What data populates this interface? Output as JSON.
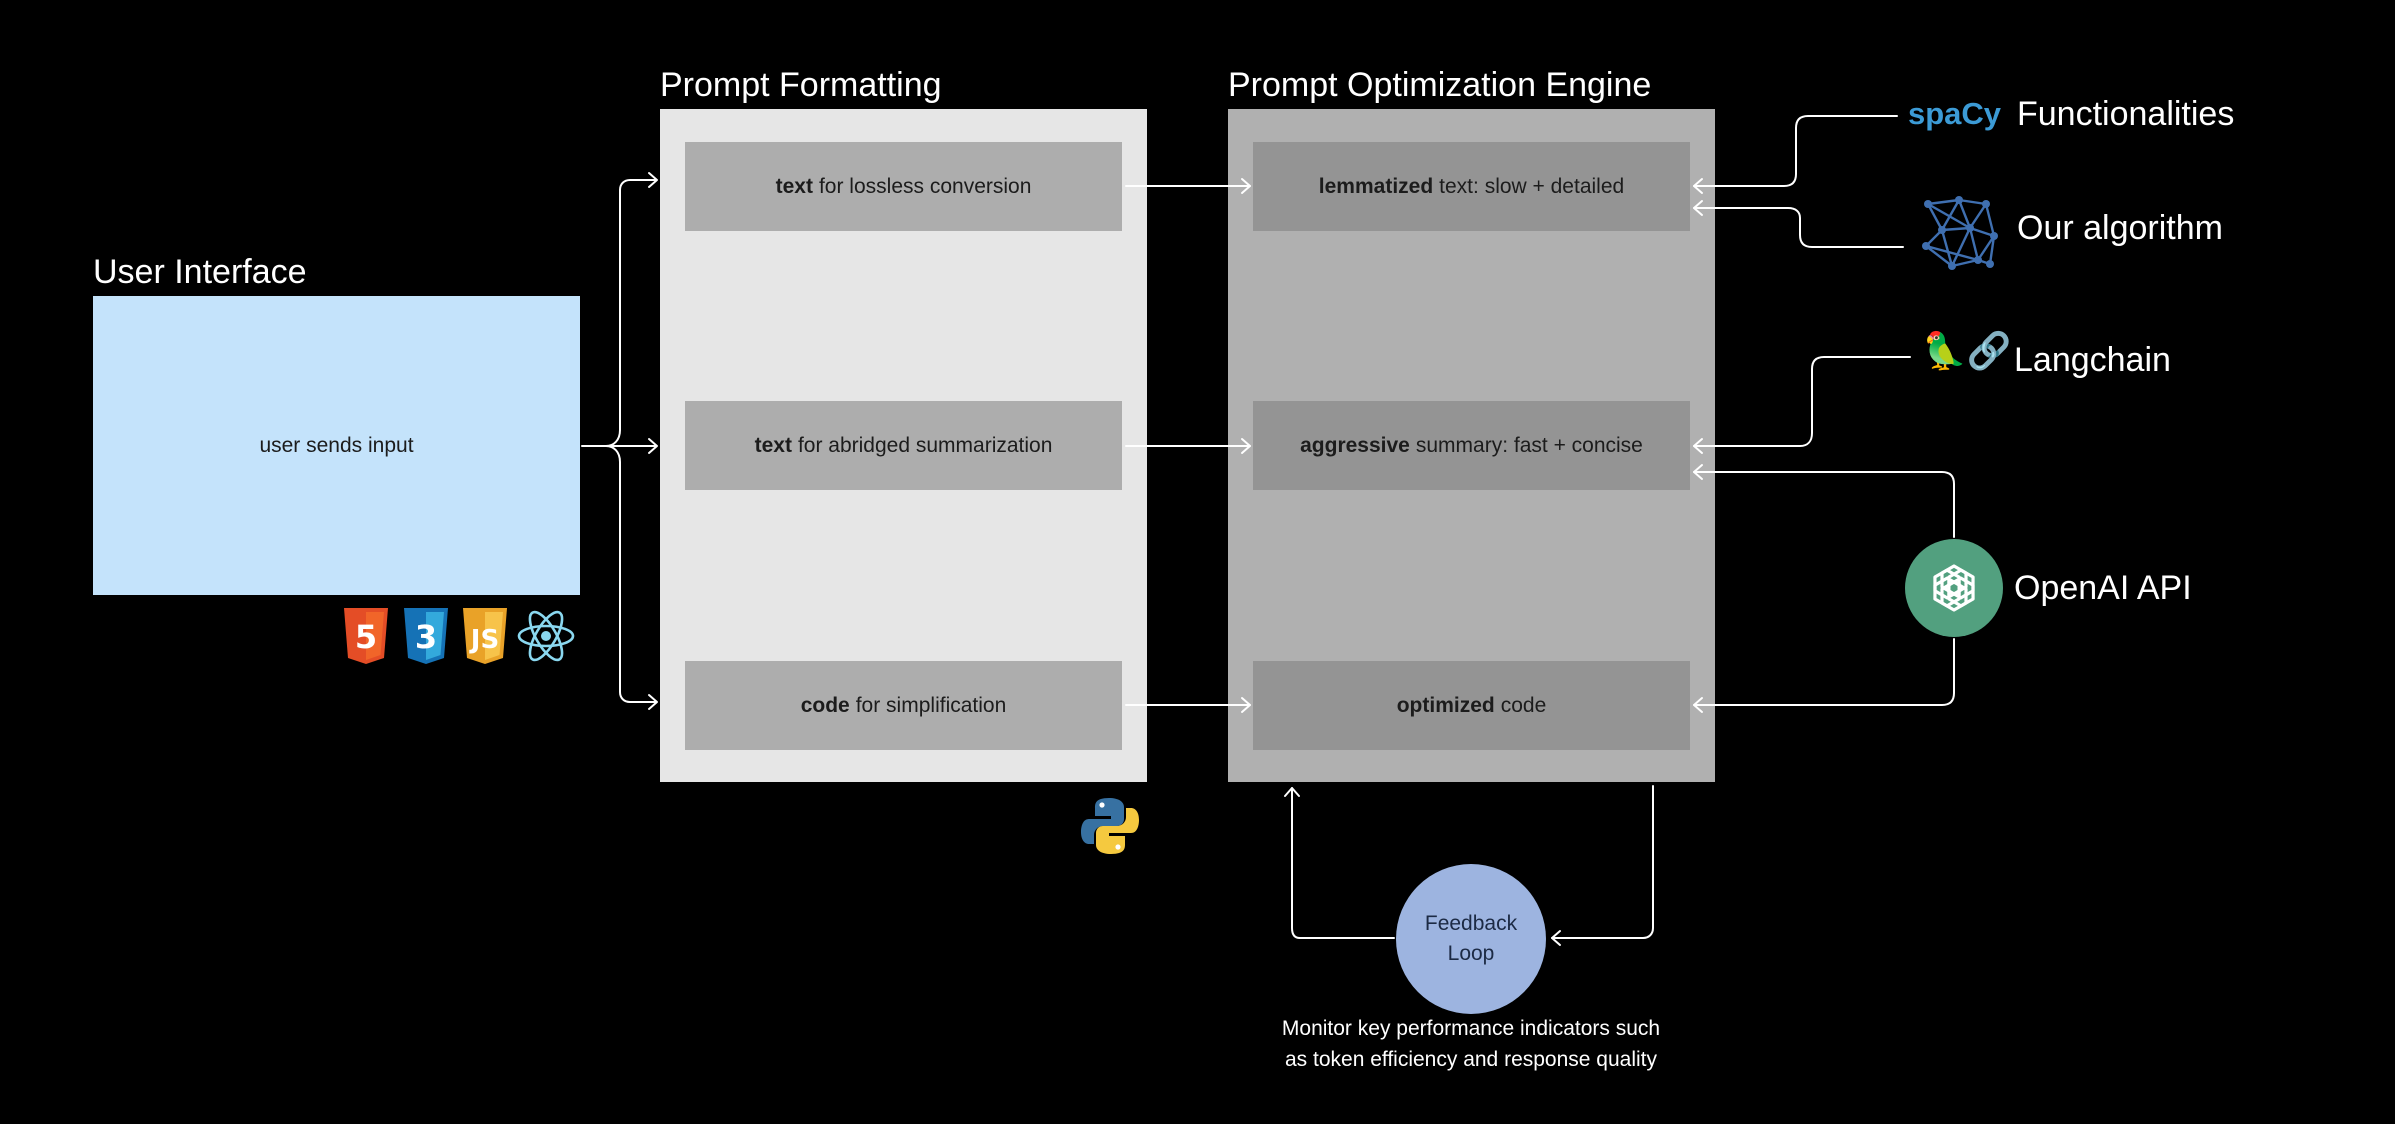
{
  "colors": {
    "background": "#000000",
    "ui_box": "#c4e3fb",
    "formatting_panel": "#e6e6e6",
    "formatting_box": "#adadad",
    "engine_panel": "#b0b0b0",
    "engine_box": "#949494",
    "feedback_circle": "#9db4e0",
    "spacy_blue": "#3c9bd6",
    "openai_green": "#52a07f",
    "connector": "#ffffff"
  },
  "user_interface": {
    "title": "User Interface",
    "box_text": "user sends input",
    "tech_icons": [
      "html5-icon",
      "css3-icon",
      "javascript-icon",
      "react-icon"
    ]
  },
  "prompt_formatting": {
    "title": "Prompt Formatting",
    "items": [
      {
        "bold": "text",
        "rest": "for lossless conversion"
      },
      {
        "bold": "text",
        "rest": "for abridged summarization"
      },
      {
        "bold": "code",
        "rest": "for simplification"
      }
    ],
    "language_icon": "python-icon"
  },
  "prompt_optimization_engine": {
    "title": "Prompt Optimization Engine",
    "items": [
      {
        "bold": "lemmatized",
        "rest": "text: slow + detailed"
      },
      {
        "bold": "aggressive",
        "rest": "summary: fast + concise"
      },
      {
        "bold": "optimized",
        "rest": "code"
      }
    ]
  },
  "integrations": {
    "spacy": {
      "logo_text": "spaCy",
      "label": "Functionalities"
    },
    "algorithm": {
      "label": "Our algorithm",
      "icon": "network-graph-icon"
    },
    "langchain": {
      "emoji": "🦜🔗",
      "label": "Langchain"
    },
    "openai": {
      "label": "OpenAI API",
      "icon": "openai-icon"
    }
  },
  "feedback_loop": {
    "label_line1": "Feedback",
    "label_line2": "Loop",
    "note_line1": "Monitor key performance indicators such",
    "note_line2": "as token efficiency and response quality"
  }
}
